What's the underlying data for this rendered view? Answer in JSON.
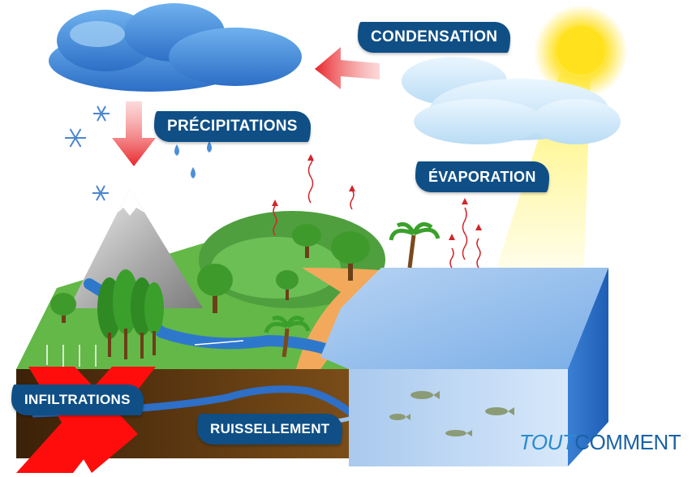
{
  "labels": {
    "condensation": "CONDENSATION",
    "precipitations": "PRÉCIPITATIONS",
    "evaporation": "ÉVAPORATION",
    "ruissellement": "RUISSELLEMENT",
    "infiltrations": "INFILTRATIONS"
  },
  "logo": {
    "part_a": "TOUT",
    "part_b": "COMMENT"
  },
  "colors": {
    "badge": "#0f4f86",
    "arrow": "#e8262b",
    "cross": "#ff0d0d",
    "sea": "#7fb1e8",
    "grass": "#5cb85c",
    "soil": "#5a3411"
  }
}
